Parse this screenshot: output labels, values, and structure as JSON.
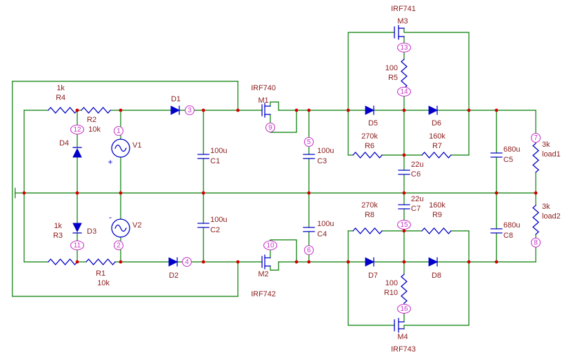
{
  "diagram": {
    "colors": {
      "wire": "#007a00",
      "component": "#0000c8",
      "label": "#8b1a1a",
      "node": "#c837c8",
      "junction": "#d40000"
    },
    "components": {
      "r1": {
        "ref": "R1",
        "value": "10k"
      },
      "r2": {
        "ref": "R2",
        "value": "10k"
      },
      "r3": {
        "ref": "R3",
        "value": "1k"
      },
      "r4": {
        "ref": "R4",
        "value": "1k"
      },
      "r5": {
        "ref": "R5",
        "value": "100"
      },
      "r6": {
        "ref": "R6",
        "value": "270k"
      },
      "r7": {
        "ref": "R7",
        "value": "160k"
      },
      "r8": {
        "ref": "R8",
        "value": "270k"
      },
      "r9": {
        "ref": "R9",
        "value": "160k"
      },
      "r10": {
        "ref": "R10",
        "value": "100"
      },
      "load1": {
        "ref": "load1",
        "value": "3k"
      },
      "load2": {
        "ref": "load2",
        "value": "3k"
      },
      "c1": {
        "ref": "C1",
        "value": "100u"
      },
      "c2": {
        "ref": "C2",
        "value": "100u"
      },
      "c3": {
        "ref": "C3",
        "value": "100u"
      },
      "c4": {
        "ref": "C4",
        "value": "100u"
      },
      "c5": {
        "ref": "C5",
        "value": "680u"
      },
      "c6": {
        "ref": "C6",
        "value": "22u"
      },
      "c7": {
        "ref": "C7",
        "value": "22u"
      },
      "c8": {
        "ref": "C8",
        "value": "680u"
      },
      "d1": {
        "ref": "D1"
      },
      "d2": {
        "ref": "D2"
      },
      "d3": {
        "ref": "D3"
      },
      "d4": {
        "ref": "D4"
      },
      "d5": {
        "ref": "D5"
      },
      "d6": {
        "ref": "D6"
      },
      "d7": {
        "ref": "D7"
      },
      "d8": {
        "ref": "D8"
      },
      "m1": {
        "ref": "M1",
        "model": "IRF740"
      },
      "m2": {
        "ref": "M2",
        "model": "IRF742"
      },
      "m3": {
        "ref": "M3",
        "model": "IRF741"
      },
      "m4": {
        "ref": "M4",
        "model": "IRF743"
      },
      "v1": {
        "ref": "V1",
        "sign": "+"
      },
      "v2": {
        "ref": "V2",
        "sign": "-"
      }
    },
    "nodes": {
      "n1": "1",
      "n2": "2",
      "n3": "3",
      "n4": "4",
      "n5": "5",
      "n6": "6",
      "n7": "7",
      "n8": "8",
      "n9": "9",
      "n10": "10",
      "n11": "11",
      "n12": "12",
      "n13": "13",
      "n14": "14",
      "n15": "15",
      "n16": "16"
    }
  }
}
